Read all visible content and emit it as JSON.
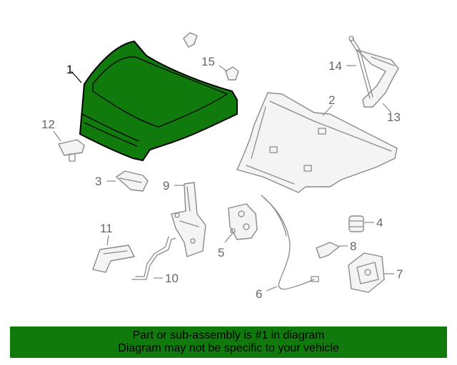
{
  "colors": {
    "highlight": "#117a0d",
    "outline": "#8a8a8a",
    "callout": "#666666"
  },
  "callouts": {
    "c1": "1",
    "c2": "2",
    "c3": "3",
    "c4": "4",
    "c5": "5",
    "c6": "6",
    "c7": "7",
    "c8": "8",
    "c9": "9",
    "c10": "10",
    "c11": "11",
    "c12": "12",
    "c13": "13",
    "c14": "14",
    "c15": "15"
  },
  "banner": {
    "line1": "Part or sub-assembly is #1 in diagram",
    "line2": "Diagram may not be specific to your vehicle"
  }
}
